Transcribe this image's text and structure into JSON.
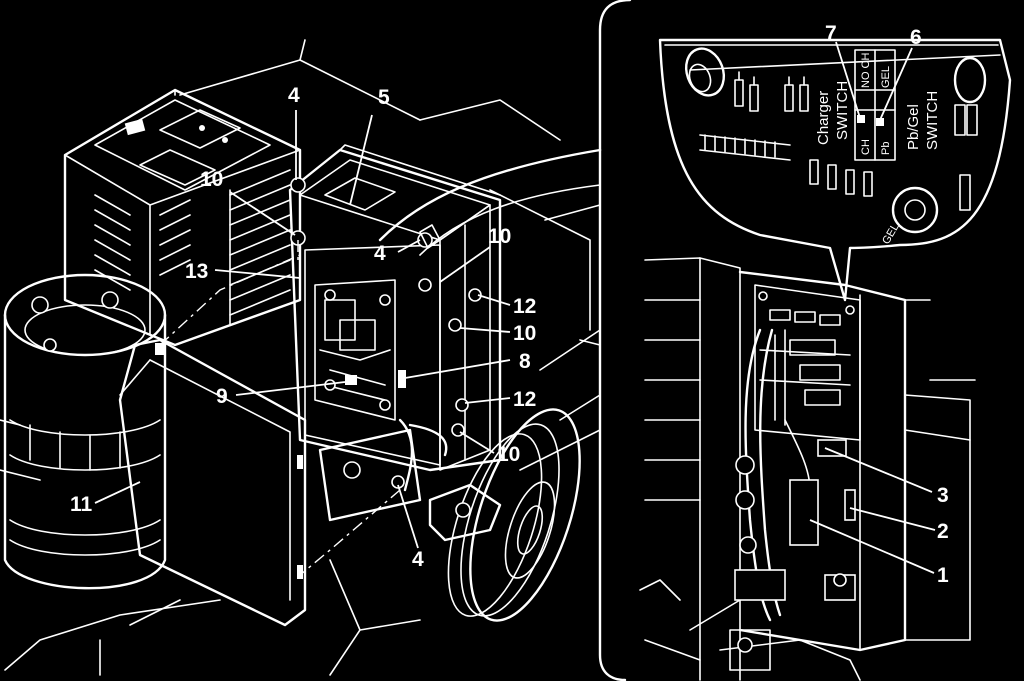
{
  "diagram": {
    "callouts": [
      {
        "id": "c4a",
        "text": "4"
      },
      {
        "id": "c5",
        "text": "5"
      },
      {
        "id": "c10a",
        "text": "10"
      },
      {
        "id": "c4b",
        "text": "4"
      },
      {
        "id": "c10b",
        "text": "10"
      },
      {
        "id": "c13",
        "text": "13"
      },
      {
        "id": "c12a",
        "text": "12"
      },
      {
        "id": "c10c",
        "text": "10"
      },
      {
        "id": "c8",
        "text": "8"
      },
      {
        "id": "c9",
        "text": "9"
      },
      {
        "id": "c12b",
        "text": "12"
      },
      {
        "id": "c10d",
        "text": "10"
      },
      {
        "id": "c11",
        "text": "11"
      },
      {
        "id": "c4c",
        "text": "4"
      },
      {
        "id": "c7",
        "text": "7"
      },
      {
        "id": "c6",
        "text": "6"
      },
      {
        "id": "c3",
        "text": "3"
      },
      {
        "id": "c2",
        "text": "2"
      },
      {
        "id": "c1",
        "text": "1"
      }
    ],
    "pcb_labels": {
      "charger_switch_line1": "Charger",
      "charger_switch_line2": "SWITCH",
      "pb_gel_switch_line1": "Pb/Gel",
      "pb_gel_switch_line2": "SWITCH",
      "no_ch": "NO CH",
      "gel": "GEL",
      "ch": "CH",
      "pb": "Pb",
      "gel_pot": "GEL"
    }
  }
}
